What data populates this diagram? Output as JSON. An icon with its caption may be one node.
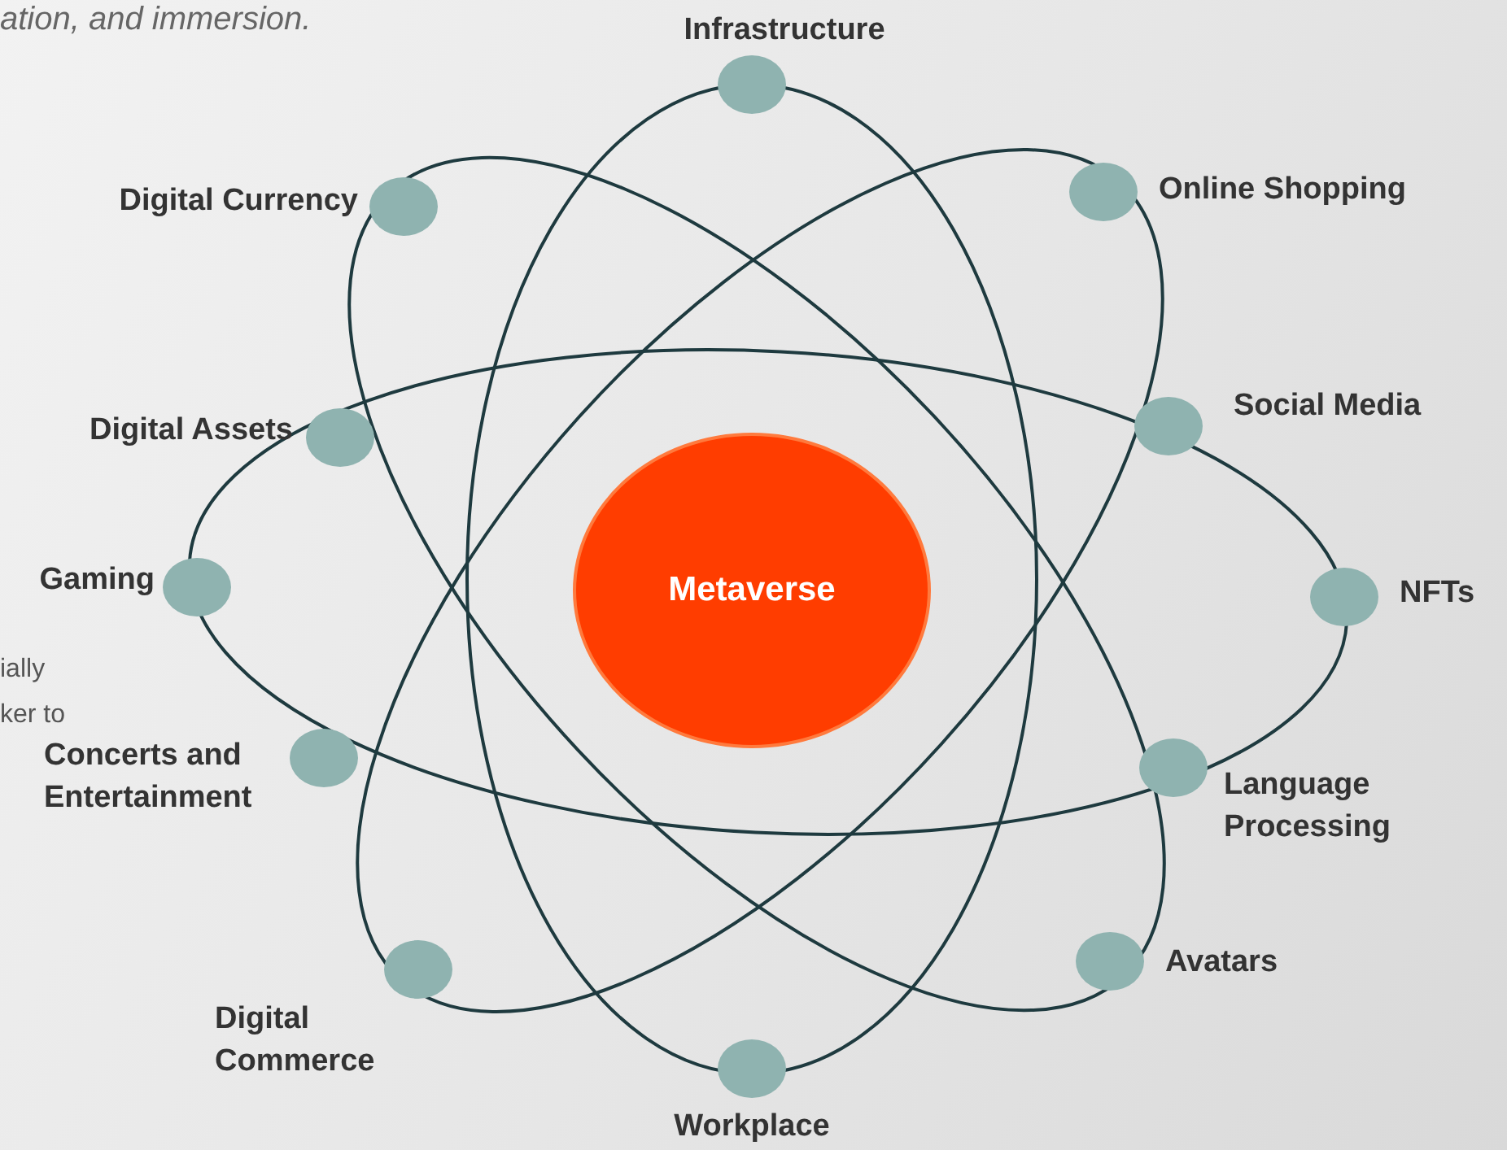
{
  "diagram": {
    "nodes": [
      {
        "text": [
          "Metaverse"
        ]
      },
      {
        "text": [],
        "shape": "circle",
        "beside": [
          "Infrastructure"
        ]
      },
      {
        "text": [],
        "shape": "circle",
        "beside": [
          "Digital Currency"
        ]
      },
      {
        "text": [],
        "shape": "circle",
        "beside": [
          "Online Shopping"
        ]
      },
      {
        "text": [],
        "shape": "circle",
        "beside": [
          "Digital Assets"
        ]
      },
      {
        "text": [],
        "shape": "circle",
        "beside": [
          "Social Media"
        ]
      },
      {
        "text": [],
        "shape": "circle",
        "beside": [
          "Gaming"
        ]
      },
      {
        "text": [],
        "shape": "circle",
        "beside": [
          "NFTs"
        ]
      },
      {
        "text": [],
        "shape": "circle",
        "beside": [
          "Concerts and Entertainment"
        ]
      },
      {
        "text": [],
        "shape": "circle",
        "beside": [
          "Language Processing"
        ]
      },
      {
        "text": [],
        "shape": "circle",
        "beside": [
          "Digital Commerce"
        ]
      },
      {
        "text": [],
        "shape": "circle",
        "beside": [
          "Avatars"
        ]
      },
      {
        "text": [],
        "shape": "circle",
        "beside": [
          "Workplace"
        ]
      }
    ],
    "labels": [
      "ation, and immersion.",
      "ially",
      "ker to"
    ]
  }
}
